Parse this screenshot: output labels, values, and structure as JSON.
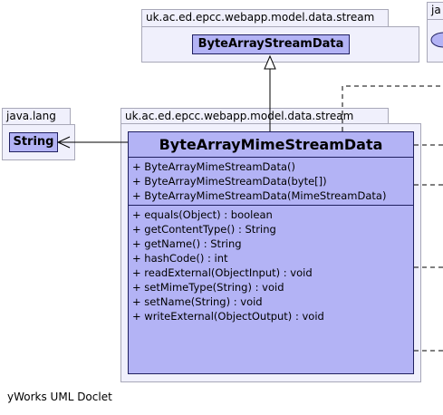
{
  "packages": {
    "top": "uk.ac.ed.epcc.webapp.model.data.stream",
    "java_lang": "java.lang",
    "main": "uk.ac.ed.epcc.webapp.model.data.stream",
    "right_partial": "ja"
  },
  "classes": {
    "superclass": "ByteArrayStreamData",
    "string": "String",
    "main": {
      "name": "ByteArrayMimeStreamData",
      "constructors": [
        "+ ByteArrayMimeStreamData()",
        "+ ByteArrayMimeStreamData(byte[])",
        "+ ByteArrayMimeStreamData(MimeStreamData)"
      ],
      "methods": [
        "+ equals(Object) : boolean",
        "+ getContentType() : String",
        "+ getName() : String",
        "+ hashCode() : int",
        "+ readExternal(ObjectInput) : void",
        "+ setMimeType(String) : void",
        "+ setName(String) : void",
        "+ writeExternal(ObjectOutput) : void"
      ]
    }
  },
  "footer": "yWorks UML Doclet",
  "colors": {
    "class_fill": "#b3b3f5",
    "package_fill": "#f0f0fc",
    "border": "#202060"
  }
}
